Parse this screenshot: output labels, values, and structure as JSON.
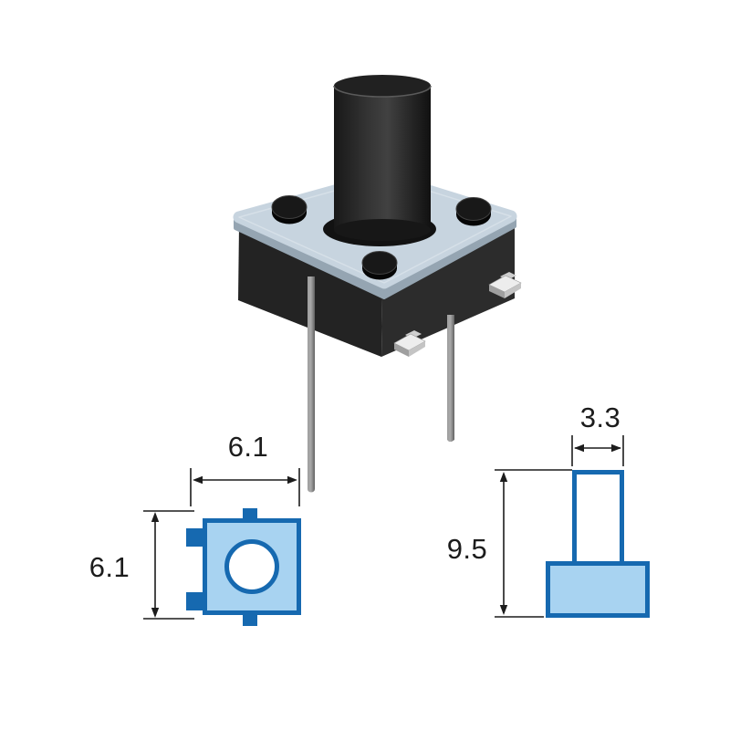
{
  "views": {
    "top_view": {
      "width": "6.1",
      "height": "6.1"
    },
    "side_view": {
      "stem_width": "3.3",
      "height": "9.5"
    }
  },
  "colors": {
    "outline_blue": "#1669b0",
    "fill_light_blue": "#a8d3f1",
    "dimension_black": "#1c1c1c",
    "plate_gray_blue": "#c7d4df",
    "body_black": "#232323",
    "lead_gray": "#8f8f8f",
    "terminal_silver": "#ededed",
    "background": "#ffffff"
  }
}
